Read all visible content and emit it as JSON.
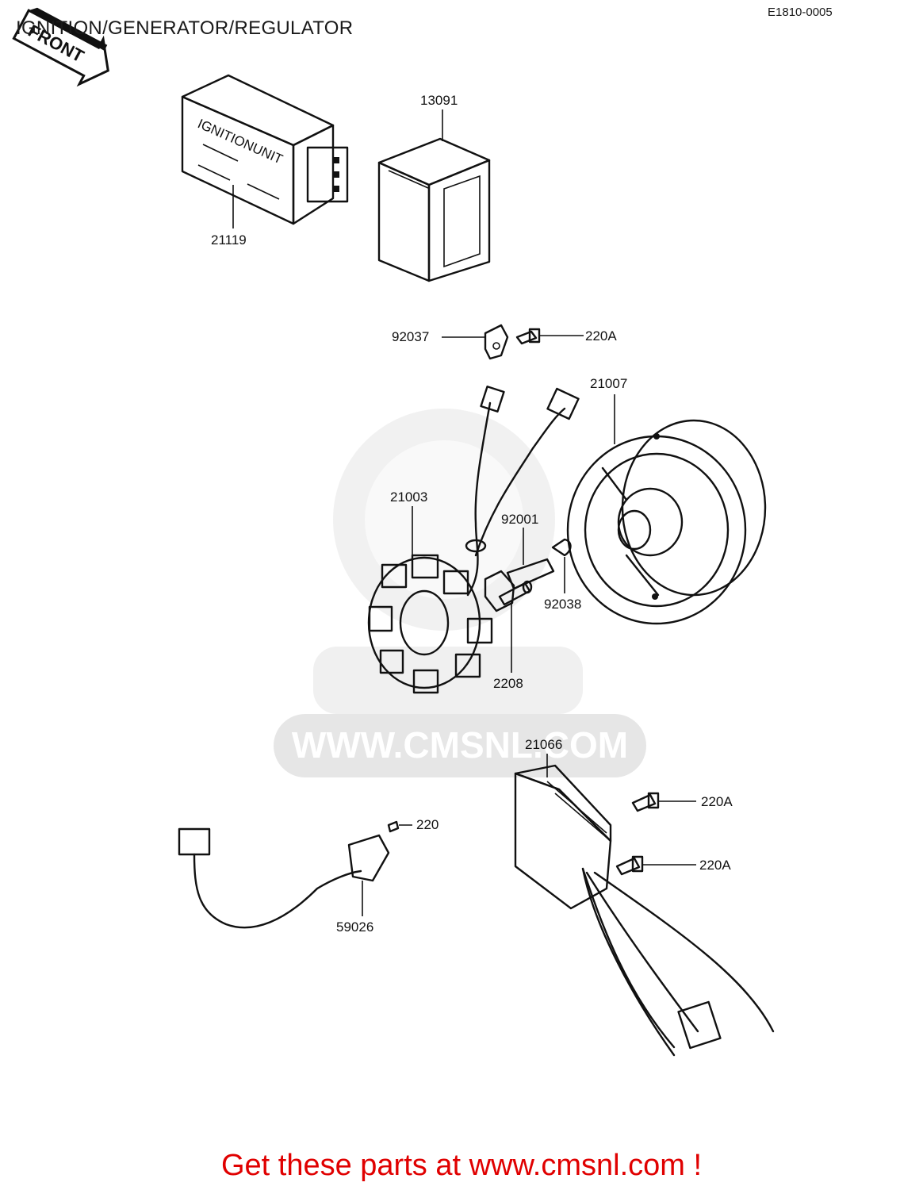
{
  "page": {
    "title": "IGNITION/GENERATOR/REGULATOR",
    "diagram_code": "E1810-0005",
    "footer_text": "Get these parts at www.cmsnl.com !",
    "watermark_text": "WWW.CMSNL.COM",
    "front_arrow_text": "FRONT",
    "ignition_unit_print": "IGNITIONUNIT",
    "accent_color": "#e00000"
  },
  "parts": [
    {
      "number": "21119"
    },
    {
      "number": "13091"
    },
    {
      "number": "92037"
    },
    {
      "number": "220A"
    },
    {
      "number": "21007"
    },
    {
      "number": "21003"
    },
    {
      "number": "92001"
    },
    {
      "number": "92038"
    },
    {
      "number": "2208"
    },
    {
      "number": "21066"
    },
    {
      "number": "220A"
    },
    {
      "number": "220A"
    },
    {
      "number": "220"
    },
    {
      "number": "59026"
    }
  ]
}
